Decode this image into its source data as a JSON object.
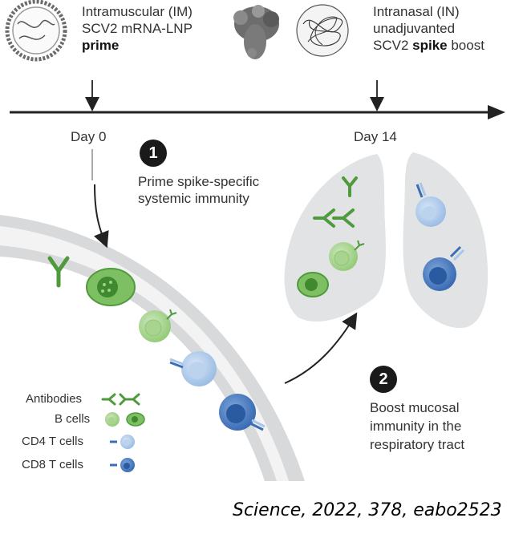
{
  "header": {
    "im_line1": "Intramuscular (IM)",
    "im_line2": "SCV2 mRNA-LNP",
    "im_line3": "prime",
    "in_line1": "Intranasal (IN)",
    "in_line2": "unadjuvanted",
    "in_line3_prefix": "SCV2 ",
    "in_line3_bold": "spike",
    "in_line3_suffix": " boost"
  },
  "timeline": {
    "day0": "Day 0",
    "day14": "Day 14"
  },
  "steps": [
    {
      "number": "1",
      "line1": "Prime spike-specific",
      "line2": "systemic immunity"
    },
    {
      "number": "2",
      "line1": "Boost mucosal",
      "line2": "immunity in the",
      "line3": "respiratory tract"
    }
  ],
  "legend": {
    "antibodies": "Antibodies",
    "b_cells": "B cells",
    "cd4": "CD4 T cells",
    "cd8": "CD8 T cells"
  },
  "citation": "Science, 2022, 378, eabo2523",
  "colors": {
    "green_dark": "#4e9a3c",
    "green_light": "#a9d48f",
    "blue_dark": "#3a6fb5",
    "blue_light": "#a9c6e8",
    "lung_gray": "#e2e3e4",
    "vessel_gray": "#d8d9da"
  }
}
